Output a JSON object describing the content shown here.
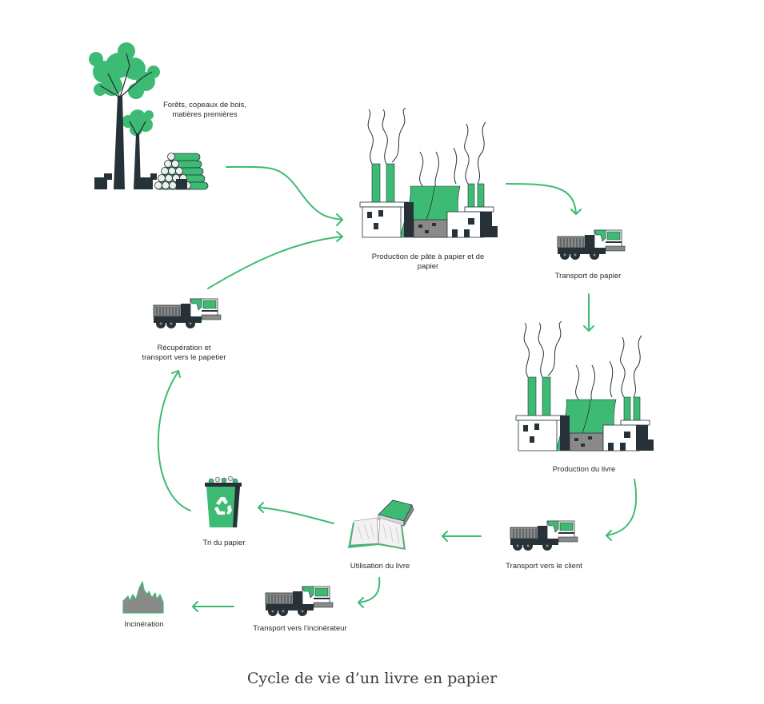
{
  "title": "Cycle de vie d’un livre en papier",
  "colors": {
    "green": "#3dbb74",
    "dark": "#263238",
    "grey": "#8a8a8a",
    "light_grey": "#d9d9d9",
    "text": "#2b2b2b"
  },
  "nodes": [
    {
      "id": "raw",
      "label_lines": [
        "Forêts, copeaux de bois,",
        "matières premières"
      ],
      "icon": "forest-logs-icon"
    },
    {
      "id": "pulp",
      "label_lines": [
        "Production de pâte à papier et de",
        "papier"
      ],
      "icon": "factory-icon"
    },
    {
      "id": "paper_transport",
      "label_lines": [
        "Transport de papier"
      ],
      "icon": "truck-icon"
    },
    {
      "id": "book_production",
      "label_lines": [
        "Production du livre"
      ],
      "icon": "factory-icon"
    },
    {
      "id": "client_transport",
      "label_lines": [
        "Transport vers le client"
      ],
      "icon": "truck-icon"
    },
    {
      "id": "book_use",
      "label_lines": [
        "Utilisation du livre"
      ],
      "icon": "books-icon"
    },
    {
      "id": "sorting",
      "label_lines": [
        "Tri du papier"
      ],
      "icon": "recycling-bin-icon"
    },
    {
      "id": "recovery",
      "label_lines": [
        "Récupération et",
        "transport vers le papetier"
      ],
      "icon": "truck-icon"
    },
    {
      "id": "incinerator_transport",
      "label_lines": [
        "Transport vers l’incinérateur"
      ],
      "icon": "truck-icon"
    },
    {
      "id": "incineration",
      "label_lines": [
        "Incinération"
      ],
      "icon": "fire-icon"
    }
  ],
  "edges": [
    {
      "from": "raw",
      "to": "pulp"
    },
    {
      "from": "recovery",
      "to": "pulp"
    },
    {
      "from": "pulp",
      "to": "paper_transport"
    },
    {
      "from": "paper_transport",
      "to": "book_production"
    },
    {
      "from": "book_production",
      "to": "client_transport"
    },
    {
      "from": "client_transport",
      "to": "book_use"
    },
    {
      "from": "book_use",
      "to": "sorting"
    },
    {
      "from": "sorting",
      "to": "recovery"
    },
    {
      "from": "book_use",
      "to": "incinerator_transport"
    },
    {
      "from": "incinerator_transport",
      "to": "incineration"
    }
  ]
}
